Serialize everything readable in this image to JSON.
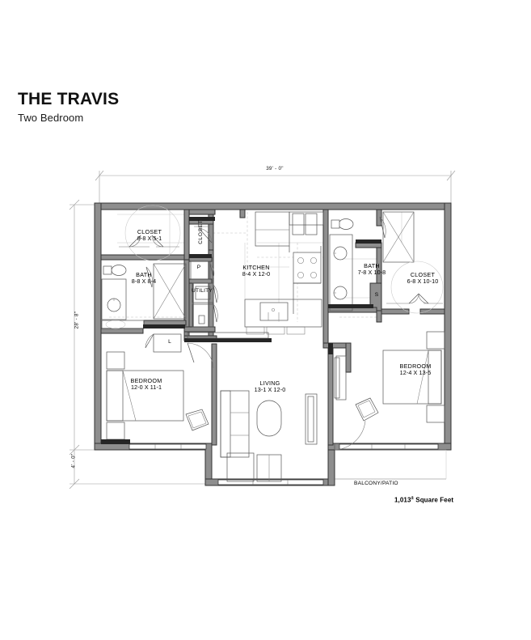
{
  "title": {
    "name": "THE TRAVIS",
    "subtitle": "Two Bedroom"
  },
  "dimensions": {
    "overall_width": "39' - 0\"",
    "left_main_height": "28' - 8\"",
    "left_lower_height": "4' - 0\""
  },
  "footer": {
    "square_feet_value": "1,013",
    "square_feet_symbol": "±",
    "square_feet_unit": " Square Feet"
  },
  "rooms": [
    {
      "key": "closet_left",
      "label": "CLOSET",
      "dim": "8-8 X 5-1"
    },
    {
      "key": "bath_left",
      "label": "BATH",
      "dim": "8-8 X 8-4"
    },
    {
      "key": "closet_hall",
      "label": "CLOSET",
      "dim": ""
    },
    {
      "key": "kitchen",
      "label": "KITCHEN",
      "dim": "8-4 X 12-0"
    },
    {
      "key": "utility",
      "label": "UTILITY",
      "dim": ""
    },
    {
      "key": "pantry",
      "label": "P",
      "dim": ""
    },
    {
      "key": "linen",
      "label": "L",
      "dim": ""
    },
    {
      "key": "shelf",
      "label": "S",
      "dim": ""
    },
    {
      "key": "bath_right",
      "label": "BATH",
      "dim": "7-8 X 10-8"
    },
    {
      "key": "closet_right",
      "label": "CLOSET",
      "dim": "6-8 X 10-10"
    },
    {
      "key": "bedroom_left",
      "label": "BEDROOM",
      "dim": "12-0 X 11-1"
    },
    {
      "key": "bedroom_right",
      "label": "BEDROOM",
      "dim": "12-4 X 13-5"
    },
    {
      "key": "living",
      "label": "LIVING",
      "dim": "13-1 X 12-0"
    },
    {
      "key": "balcony",
      "label": "BALCONY/PATIO",
      "dim": ""
    }
  ],
  "colors": {
    "wall": "#3f3f3f",
    "wall_fill": "#8e8e8e",
    "thin_line": "#6b6b6b",
    "fixture_line": "#4a4a4a",
    "dim_line": "#8a8a8a",
    "ghost_line": "#c4c4c4",
    "text": "#000000",
    "background": "#ffffff"
  }
}
